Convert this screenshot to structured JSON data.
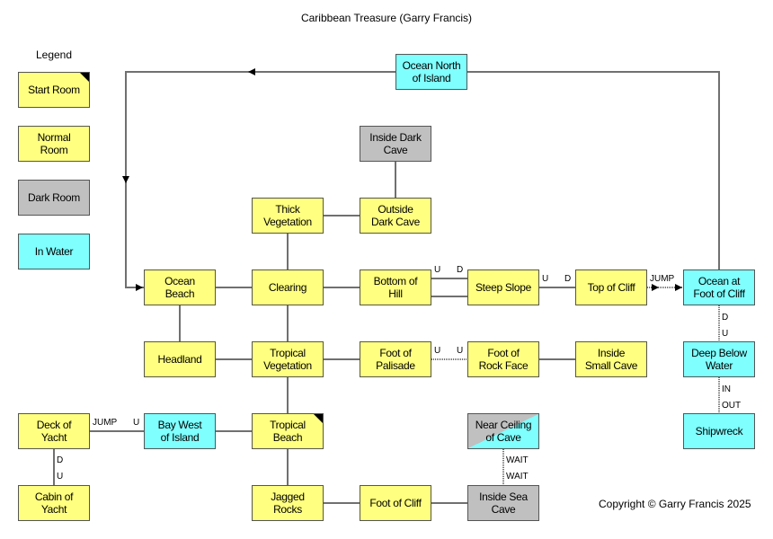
{
  "title": "Caribbean Treasure (Garry Francis)",
  "legend": {
    "title": "Legend",
    "items": [
      {
        "label": "Start Room",
        "type": "normal",
        "start": true
      },
      {
        "label": "Normal\nRoom",
        "type": "normal",
        "start": false
      },
      {
        "label": "Dark Room",
        "type": "dark",
        "start": false
      },
      {
        "label": "In Water",
        "type": "water",
        "start": false
      }
    ]
  },
  "colors": {
    "normal": "#ffff80",
    "dark": "#c0c0c0",
    "water": "#80ffff",
    "line": "#707070"
  },
  "rooms": {
    "ocean_north": {
      "label": "Ocean North\nof Island",
      "type": "water"
    },
    "inside_dark_cave": {
      "label": "Inside Dark\nCave",
      "type": "dark"
    },
    "thick_vegetation": {
      "label": "Thick\nVegetation",
      "type": "normal"
    },
    "outside_dark_cave": {
      "label": "Outside\nDark Cave",
      "type": "normal"
    },
    "ocean_beach": {
      "label": "Ocean\nBeach",
      "type": "normal"
    },
    "clearing": {
      "label": "Clearing",
      "type": "normal"
    },
    "bottom_of_hill": {
      "label": "Bottom of\nHill",
      "type": "normal"
    },
    "steep_slope": {
      "label": "Steep Slope",
      "type": "normal"
    },
    "top_of_cliff": {
      "label": "Top of Cliff",
      "type": "normal"
    },
    "ocean_foot_cliff": {
      "label": "Ocean at\nFoot of Cliff",
      "type": "water"
    },
    "headland": {
      "label": "Headland",
      "type": "normal"
    },
    "tropical_vegetation": {
      "label": "Tropical\nVegetation",
      "type": "normal"
    },
    "foot_of_palisade": {
      "label": "Foot of\nPalisade",
      "type": "normal"
    },
    "foot_of_rock_face": {
      "label": "Foot of\nRock Face",
      "type": "normal"
    },
    "inside_small_cave": {
      "label": "Inside\nSmall Cave",
      "type": "normal"
    },
    "deep_below_water": {
      "label": "Deep Below\nWater",
      "type": "water"
    },
    "deck_of_yacht": {
      "label": "Deck of\nYacht",
      "type": "normal"
    },
    "bay_west": {
      "label": "Bay West\nof Island",
      "type": "water"
    },
    "tropical_beach": {
      "label": "Tropical\nBeach",
      "type": "normal",
      "start": true
    },
    "near_ceiling": {
      "label": "Near Ceiling\nof Cave",
      "type": "split"
    },
    "shipwreck": {
      "label": "Shipwreck",
      "type": "water"
    },
    "cabin_of_yacht": {
      "label": "Cabin of\nYacht",
      "type": "normal"
    },
    "jagged_rocks": {
      "label": "Jagged\nRocks",
      "type": "normal"
    },
    "foot_of_cliff": {
      "label": "Foot of Cliff",
      "type": "normal"
    },
    "inside_sea_cave": {
      "label": "Inside Sea\nCave",
      "type": "dark"
    }
  },
  "connection_labels": {
    "hill_slope_u": "U",
    "hill_slope_d": "D",
    "slope_top_u": "U",
    "slope_top_d": "D",
    "top_ocean_jump": "JUMP",
    "ocean_deep_d": "D",
    "ocean_deep_u": "U",
    "deep_ship_in": "IN",
    "deep_ship_out": "OUT",
    "palisade_rock_u1": "U",
    "palisade_rock_u2": "U",
    "deck_bay_jump": "JUMP",
    "deck_bay_u": "U",
    "deck_cabin_d": "D",
    "deck_cabin_u": "U",
    "ceiling_sea_wait1": "WAIT",
    "ceiling_sea_wait2": "WAIT"
  },
  "copyright": "Copyright © Garry Francis 2025"
}
